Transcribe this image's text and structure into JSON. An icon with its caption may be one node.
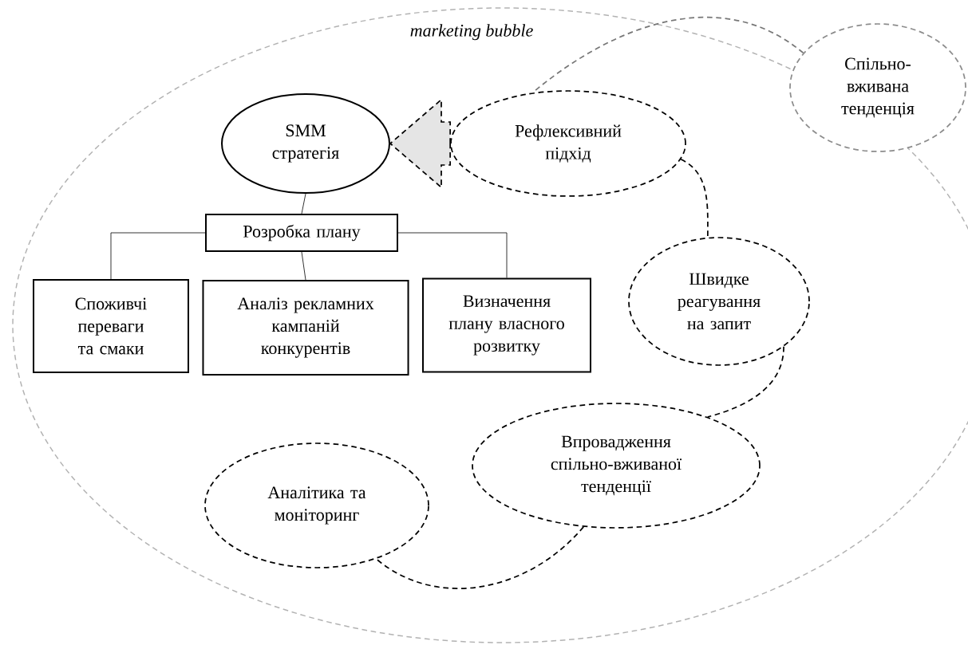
{
  "diagram": {
    "nodes": [
      {
        "text": [
          "marketing bubble"
        ]
      },
      {
        "text": [
          "SMM стратегія"
        ],
        "in": 0
      },
      {
        "text": [
          "Розробка плану"
        ],
        "in": 0
      },
      {
        "text": [
          "Споживчі переваги та смаки"
        ],
        "in": 0
      },
      {
        "text": [
          "Аналіз рекламних кампаній конкурентів"
        ],
        "in": 0
      },
      {
        "text": [
          "Визначення плану власного розвитку"
        ],
        "in": 0
      },
      {
        "text": [
          "Рефлексивний підхід"
        ],
        "in": 0
      },
      {
        "text": [
          "Швидке реагування на запит"
        ],
        "in": 0
      },
      {
        "text": [
          "Впровадження спільно-вживаної тенденції"
        ],
        "in": 0
      },
      {
        "text": [
          "Аналітика та моніторинг"
        ],
        "in": 0
      },
      {
        "text": [
          "Спільно-вживана тенденція"
        ]
      }
    ],
    "edges": [
      {
        "from": 2,
        "to": 1,
        "arrow": "none"
      },
      {
        "from": 2,
        "to": 3,
        "arrow": "none"
      },
      {
        "from": 2,
        "to": 4,
        "arrow": "none"
      },
      {
        "from": 2,
        "to": 5,
        "arrow": "none"
      },
      {
        "from": 6,
        "to": 1,
        "arrow": "to",
        "style": "dashed"
      },
      {
        "from": 6,
        "to": 7,
        "arrow": "none",
        "style": "dashed"
      },
      {
        "from": 7,
        "to": 8,
        "arrow": "none",
        "style": "dashed"
      },
      {
        "from": 8,
        "to": 9,
        "arrow": "none",
        "style": "dashed"
      },
      {
        "from": 10,
        "to": 6,
        "arrow": "none",
        "style": "dashed",
        "color": "#777777"
      }
    ]
  }
}
